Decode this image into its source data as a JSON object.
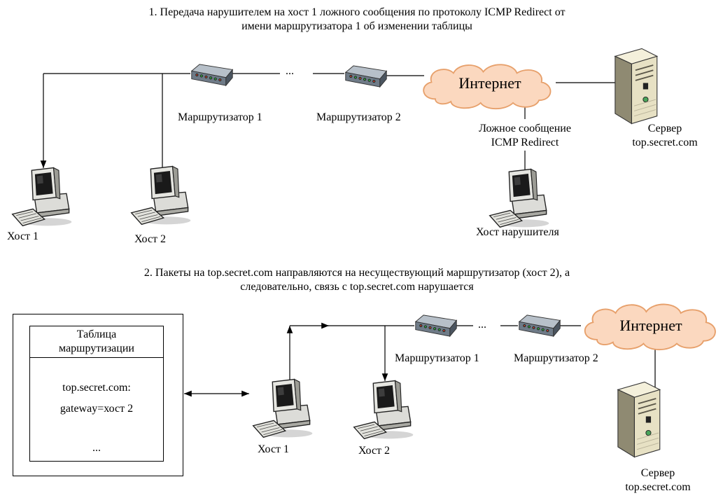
{
  "top_section": {
    "caption_line1": "1. Передача нарушителем на хост 1 ложного сообщения по протоколу ICMP Redirect от",
    "caption_line2": "имени маршрутизатора 1 об изменении таблицы",
    "router1_label": "Маршрутизатор 1",
    "router2_label": "Маршрутизатор 2",
    "ellipsis": "...",
    "internet_label": "Интернет",
    "fake_msg_line1": "Ложное сообщение",
    "fake_msg_line2": "ICMP Redirect",
    "server_line1": "Сервер",
    "server_line2": "top.secret.com",
    "host1_label": "Хост 1",
    "host2_label": "Хост 2",
    "attacker_label": "Хост нарушителя"
  },
  "bottom_section": {
    "caption_line1": "2. Пакеты на top.secret.com направляются на несуществующий маршрутизатор (хост 2), а",
    "caption_line2": "следовательно, связь с top.secret.com нарушается",
    "table_title_line1": "Таблица",
    "table_title_line2": "маршрутизации",
    "table_row1": "top.secret.com:",
    "table_row2": "gateway=хост 2",
    "table_row3": "...",
    "router1_label": "Маршрутизатор 1",
    "router2_label": "Маршрутизатор 2",
    "ellipsis": "...",
    "internet_label": "Интернет",
    "host1_label": "Хост 1",
    "host2_label": "Хост 2",
    "server_line1": "Сервер",
    "server_line2": "top.secret.com"
  },
  "colors": {
    "cloud_fill": "#fbd8bf",
    "cloud_stroke": "#e7a06b",
    "router_body": "#7c8a99",
    "server_body": "#e9e3c9",
    "line": "#000000"
  }
}
